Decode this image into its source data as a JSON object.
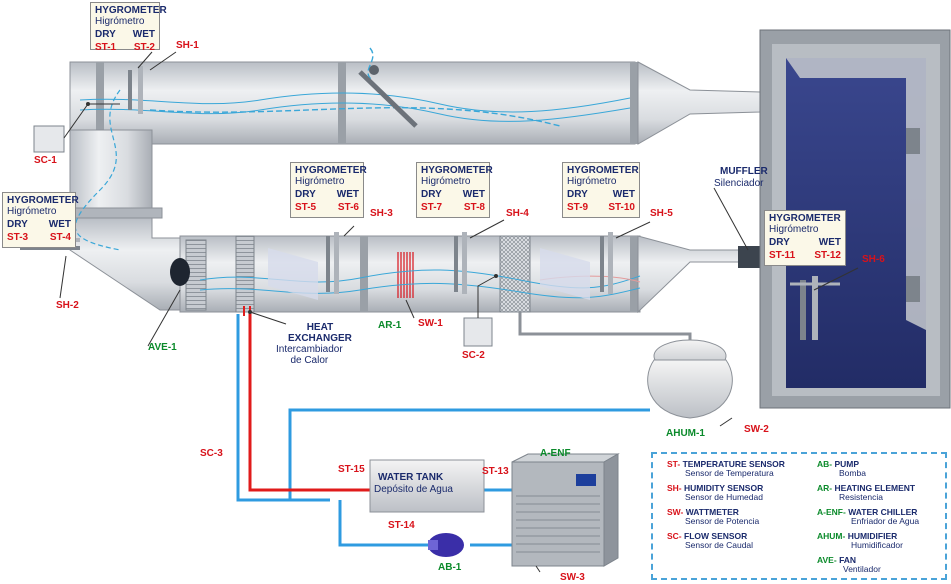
{
  "hygrometers": [
    {
      "id": "hyg1",
      "title": "HYGROMETER",
      "subtitle": "Higrómetro",
      "dry": "DRY",
      "wet": "WET",
      "st_dry": "ST-1",
      "st_wet": "ST-2"
    },
    {
      "id": "hyg2",
      "title": "HYGROMETER",
      "subtitle": "Higrómetro",
      "dry": "DRY",
      "wet": "WET",
      "st_dry": "ST-3",
      "st_wet": "ST-4"
    },
    {
      "id": "hyg3",
      "title": "HYGROMETER",
      "subtitle": "Higrómetro",
      "dry": "DRY",
      "wet": "WET",
      "st_dry": "ST-5",
      "st_wet": "ST-6"
    },
    {
      "id": "hyg4",
      "title": "HYGROMETER",
      "subtitle": "Higrómetro",
      "dry": "DRY",
      "wet": "WET",
      "st_dry": "ST-7",
      "st_wet": "ST-8"
    },
    {
      "id": "hyg5",
      "title": "HYGROMETER",
      "subtitle": "Higrómetro",
      "dry": "DRY",
      "wet": "WET",
      "st_dry": "ST-9",
      "st_wet": "ST-10"
    },
    {
      "id": "hyg6",
      "title": "HYGROMETER",
      "subtitle": "Higrómetro",
      "dry": "DRY",
      "wet": "WET",
      "st_dry": "ST-11",
      "st_wet": "ST-12"
    }
  ],
  "labels": {
    "sh1": "SH-1",
    "sh2": "SH-2",
    "sh3": "SH-3",
    "sh4": "SH-4",
    "sh5": "SH-5",
    "sh6": "SH-6",
    "sc1": "SC-1",
    "sc2": "SC-2",
    "sc3": "SC-3",
    "ave1": "AVE-1",
    "ar1": "AR-1",
    "sw1": "SW-1",
    "sw2": "SW-2",
    "sw3": "SW-3",
    "ahum1": "AHUM-1",
    "aenf": "A-ENF",
    "ab1": "AB-1",
    "st13": "ST-13",
    "st14": "ST-14",
    "st15": "ST-15",
    "heat_exchanger": "HEAT\nEXCHANGER",
    "heat_exchanger_es": "Intercambiador\nde Calor",
    "muffler": "MUFFLER",
    "muffler_es": "Silenciador",
    "water_tank": "WATER TANK",
    "water_tank_es": "Depósito de Agua"
  },
  "legend": [
    {
      "code": "ST-",
      "en": "TEMPERATURE SENSOR",
      "es": "Sensor de Temperatura"
    },
    {
      "code": "SH-",
      "en": "HUMIDITY SENSOR",
      "es": "Sensor de Humedad"
    },
    {
      "code": "SW-",
      "en": "WATTMETER",
      "es": "Sensor de Potencia"
    },
    {
      "code": "SC-",
      "en": "FLOW SENSOR",
      "es": "Sensor de Caudal"
    },
    {
      "code": "AB-",
      "en": "PUMP",
      "es": "Bomba"
    },
    {
      "code": "AR-",
      "en": "HEATING ELEMENT",
      "es": "Resistencia"
    },
    {
      "code": "A-ENF-",
      "en": "WATER CHILLER",
      "es": "Enfriador de Agua"
    },
    {
      "code": "AHUM-",
      "en": "HUMIDIFIER",
      "es": "Humidificador"
    },
    {
      "code": "AVE-",
      "en": "FAN",
      "es": "Ventilador"
    }
  ],
  "colors": {
    "hot_water": "#e01b1b",
    "cold_water": "#2f9be0",
    "duct": "#cfd3d8",
    "chamber": "#2e3a7a",
    "label_blue": "#1a2a6c",
    "label_red": "#d8121a",
    "label_green": "#0a8a2a"
  }
}
